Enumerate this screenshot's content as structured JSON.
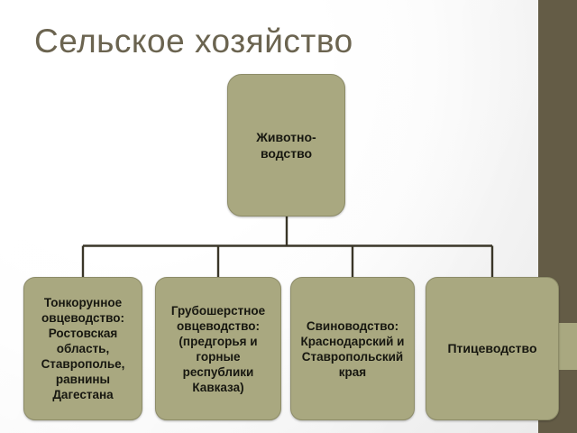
{
  "slide": {
    "title": "Сельское хозяйство",
    "title_color": "#6b6450",
    "background_color": "#ffffff"
  },
  "theme": {
    "node_fill": "#a9a880",
    "node_border": "#8d8c68",
    "node_text_color": "#171710",
    "band_dark": "#645c46",
    "band_light": "#a9a880",
    "connector_color": "#3a3628"
  },
  "diagram": {
    "type": "org-chart",
    "root": {
      "id": "root",
      "label": "Животно-\nводство"
    },
    "children": [
      {
        "id": "leaf-1",
        "label": "Тонкорунное овцеводство: Ростовская область, Ставрополье, равнины Дагестана"
      },
      {
        "id": "leaf-2",
        "label": "Грубошерстное овцеводство: (предгорья и горные республики Кавказа)"
      },
      {
        "id": "leaf-3",
        "label": "Свиноводство: Краснодарский и Ставропольский края"
      },
      {
        "id": "leaf-4",
        "label": "Птицеводство"
      }
    ]
  }
}
